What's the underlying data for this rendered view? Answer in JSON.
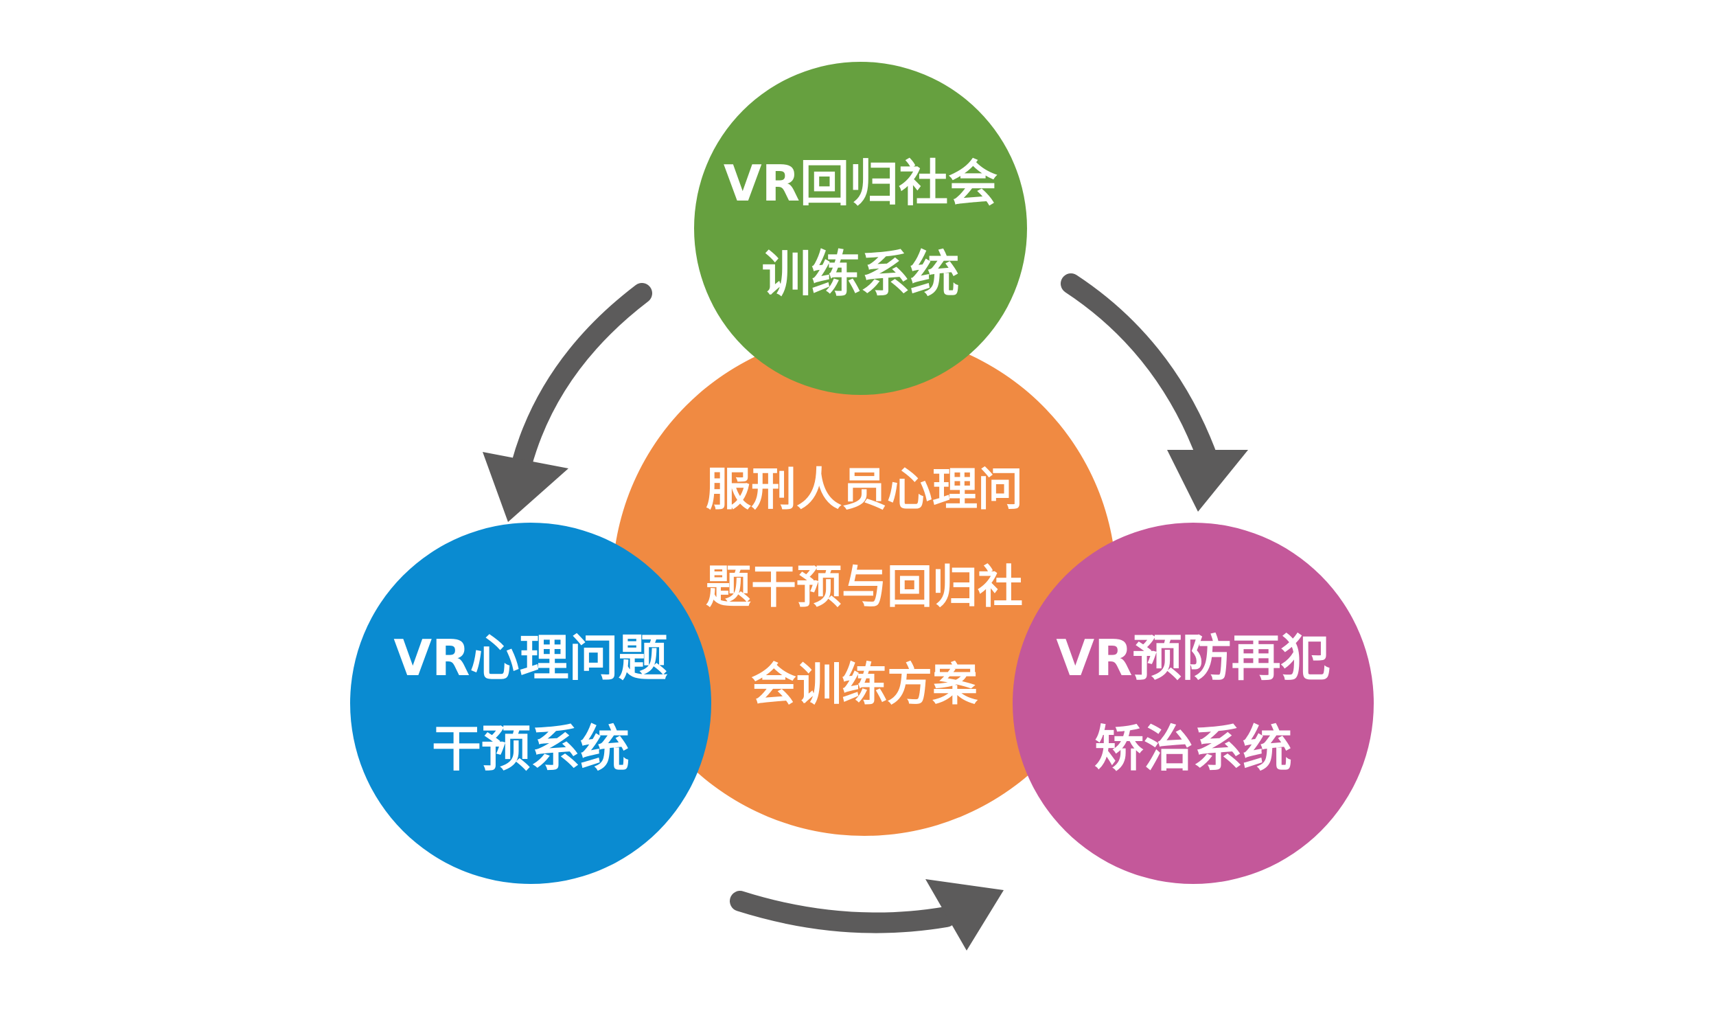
{
  "diagram": {
    "center": {
      "lines": [
        "服刑人员心理问",
        "题干预与回归社",
        "会训练方案"
      ],
      "color": "#F08A42"
    },
    "top": {
      "lines": [
        "VR回归社会",
        "训练系统"
      ],
      "color": "#66A03F"
    },
    "left": {
      "lines": [
        "VR心理问题",
        "干预系统"
      ],
      "color": "#0A8BD1"
    },
    "right": {
      "lines": [
        "VR预防再犯",
        "矫治系统"
      ],
      "color": "#C4589A"
    },
    "arrow_color": "#5C5B5B",
    "text_color": "#FFFFFF"
  }
}
